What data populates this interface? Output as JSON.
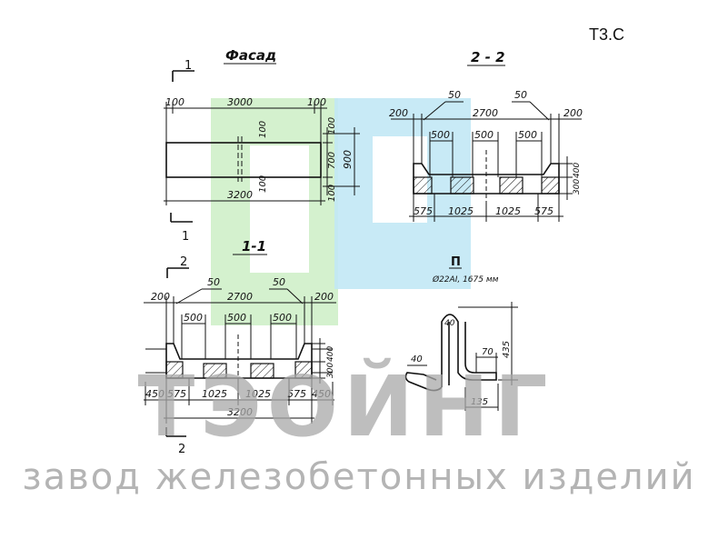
{
  "sheet_code": "Т3.С",
  "views": {
    "facade": {
      "title": "Фасад",
      "cut_mark": "1"
    },
    "section_22": {
      "title": "2 - 2"
    },
    "section_11": {
      "title": "1-1",
      "cut_mark": "2"
    },
    "rebar": {
      "title": "П",
      "spec": "Ø22AI, 1675 мм"
    }
  },
  "dimensions": {
    "facade": {
      "edge_left": "100",
      "span": "3000",
      "edge_right": "100",
      "total": "3200",
      "v_top": "100",
      "v_mid": "700",
      "v_bot": "100",
      "height": "900"
    },
    "section_22": {
      "side_left": "200",
      "length": "2700",
      "side_right": "200",
      "chamfer_l": "50",
      "chamfer_r": "50",
      "pad": "500",
      "v_upper": "400",
      "v_lower": "300",
      "seg_end": "575",
      "seg_mid": "1025"
    },
    "section_11": {
      "side_left": "200",
      "length": "2700",
      "side_right": "200",
      "chamfer_l": "50",
      "chamfer_r": "50",
      "pad": "500",
      "v_upper": "400",
      "v_lower": "300",
      "seg_outer": "450",
      "seg_end": "575",
      "seg_mid": "1025",
      "total": "3200"
    },
    "rebar": {
      "height": "435",
      "hook_w": "40",
      "top_r": "40",
      "foot": "70",
      "base": "135"
    }
  },
  "watermark": {
    "name": "ТЭОЙНГ",
    "subtitle": "завод железобетонных изделий",
    "colors": {
      "green": "#cdeec6",
      "blue": "#c2e8f5",
      "gray": "#a9a9a9"
    }
  }
}
